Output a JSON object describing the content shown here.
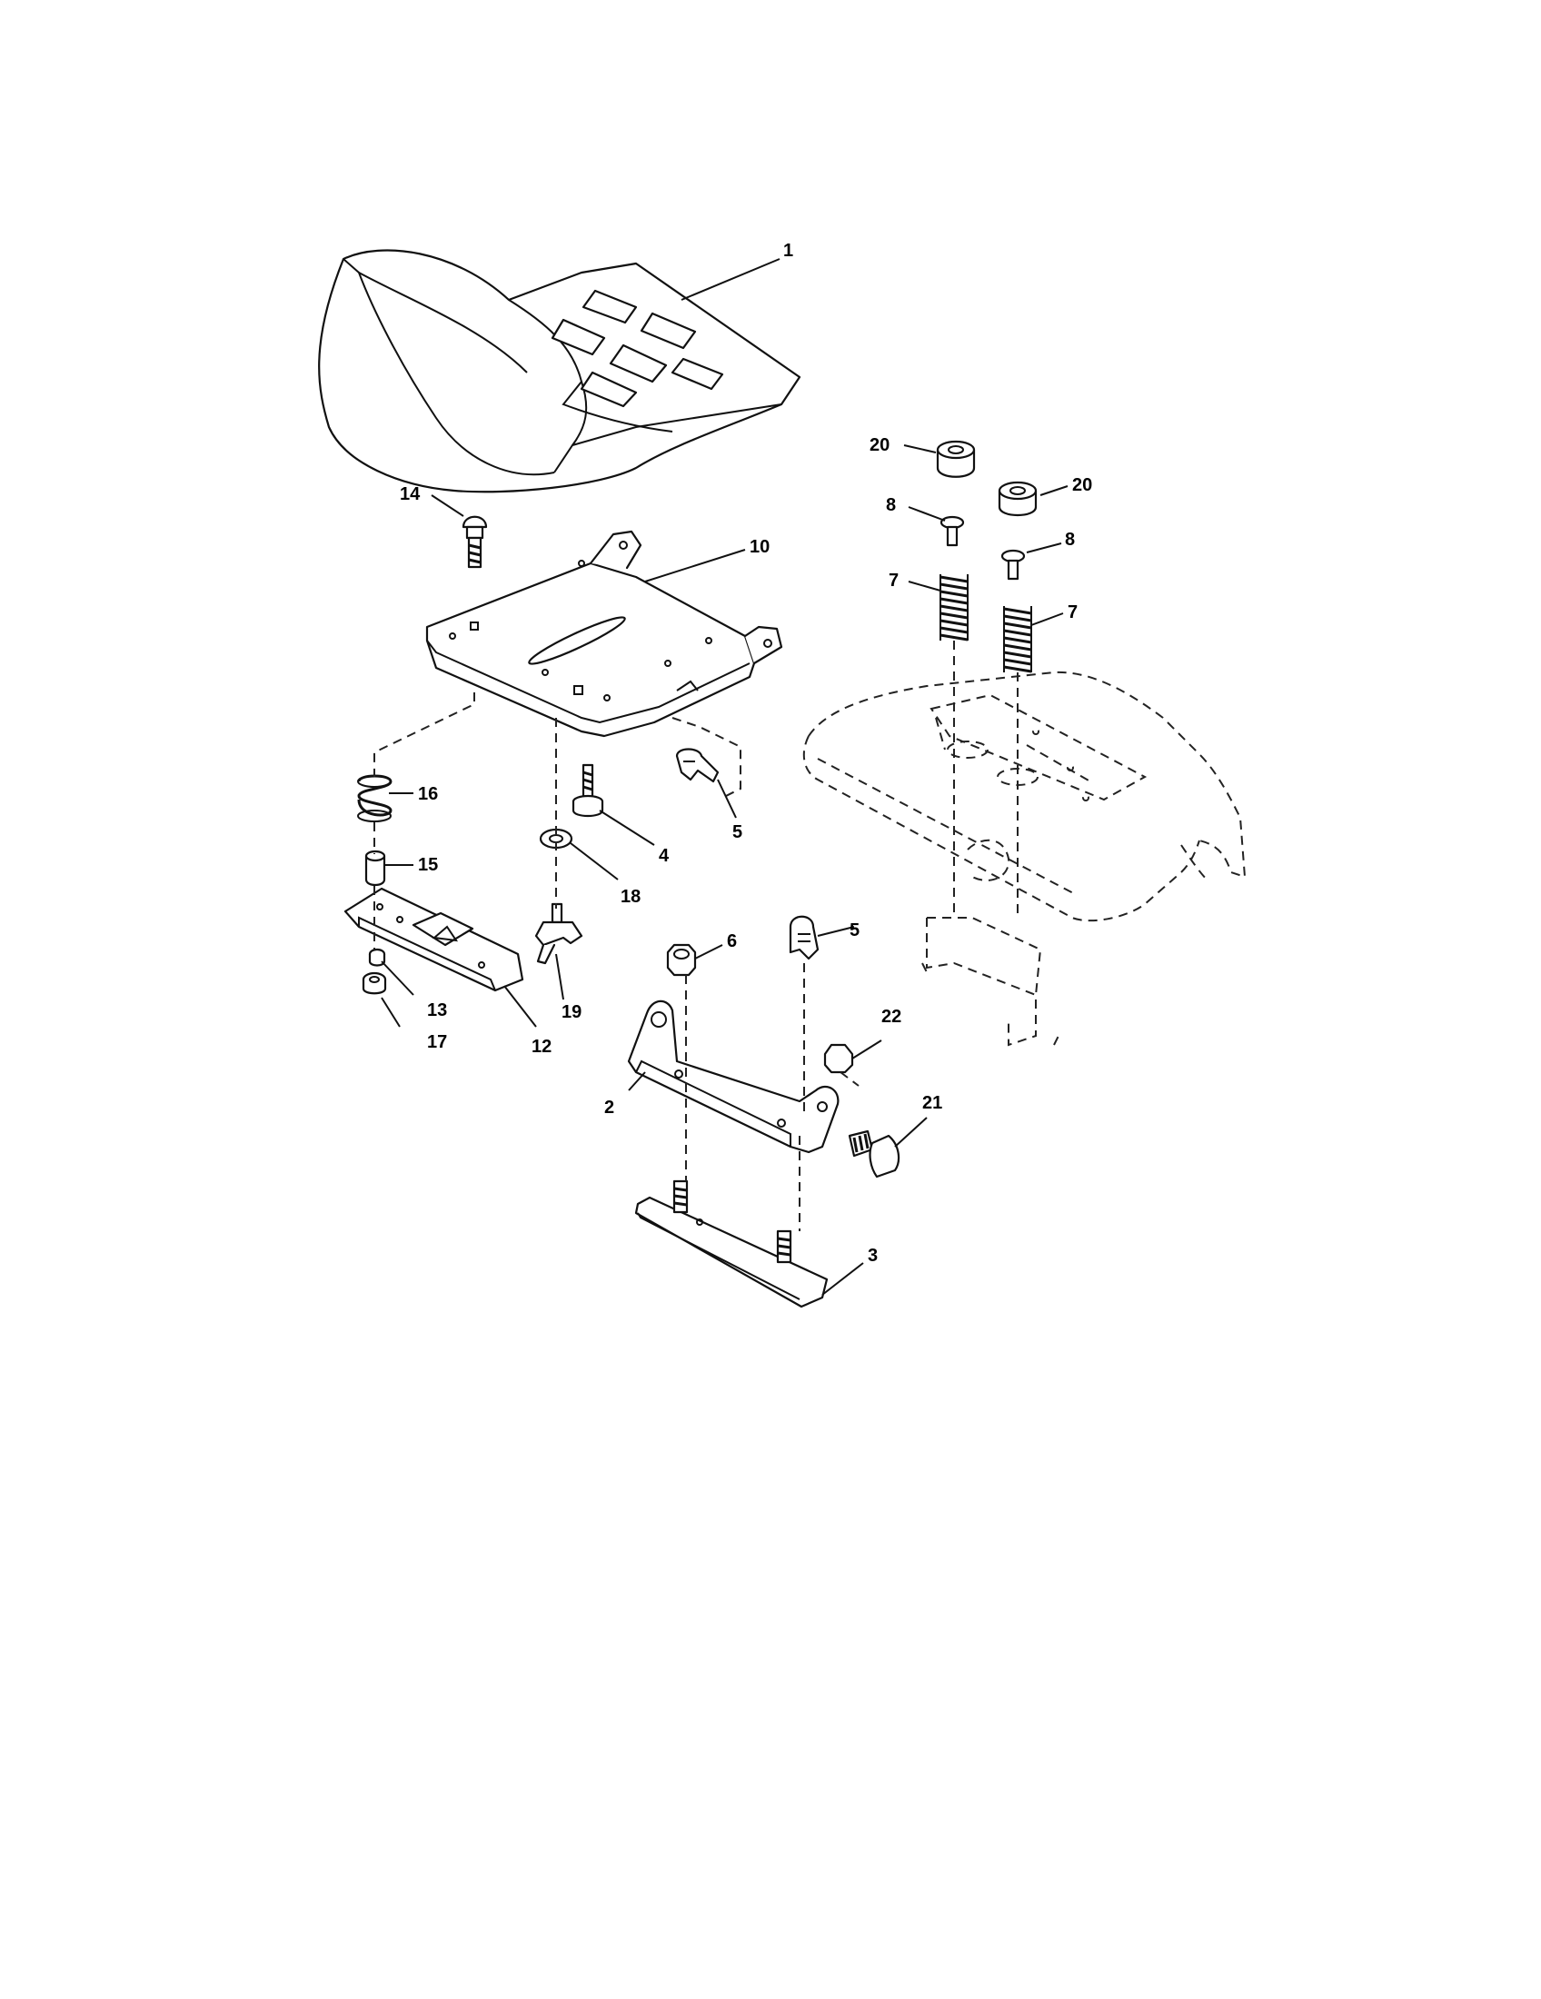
{
  "diagram": {
    "callouts": [
      {
        "id": "c1",
        "label": "1"
      },
      {
        "id": "c2",
        "label": "2"
      },
      {
        "id": "c3",
        "label": "3"
      },
      {
        "id": "c4",
        "label": "4"
      },
      {
        "id": "c5a",
        "label": "5"
      },
      {
        "id": "c5b",
        "label": "5"
      },
      {
        "id": "c6",
        "label": "6"
      },
      {
        "id": "c7a",
        "label": "7"
      },
      {
        "id": "c7b",
        "label": "7"
      },
      {
        "id": "c8a",
        "label": "8"
      },
      {
        "id": "c8b",
        "label": "8"
      },
      {
        "id": "c10",
        "label": "10"
      },
      {
        "id": "c12",
        "label": "12"
      },
      {
        "id": "c13",
        "label": "13"
      },
      {
        "id": "c14",
        "label": "14"
      },
      {
        "id": "c15",
        "label": "15"
      },
      {
        "id": "c16",
        "label": "16"
      },
      {
        "id": "c17",
        "label": "17"
      },
      {
        "id": "c18",
        "label": "18"
      },
      {
        "id": "c19",
        "label": "19"
      },
      {
        "id": "c20a",
        "label": "20"
      },
      {
        "id": "c20b",
        "label": "20"
      },
      {
        "id": "c21",
        "label": "21"
      },
      {
        "id": "c22",
        "label": "22"
      }
    ]
  }
}
